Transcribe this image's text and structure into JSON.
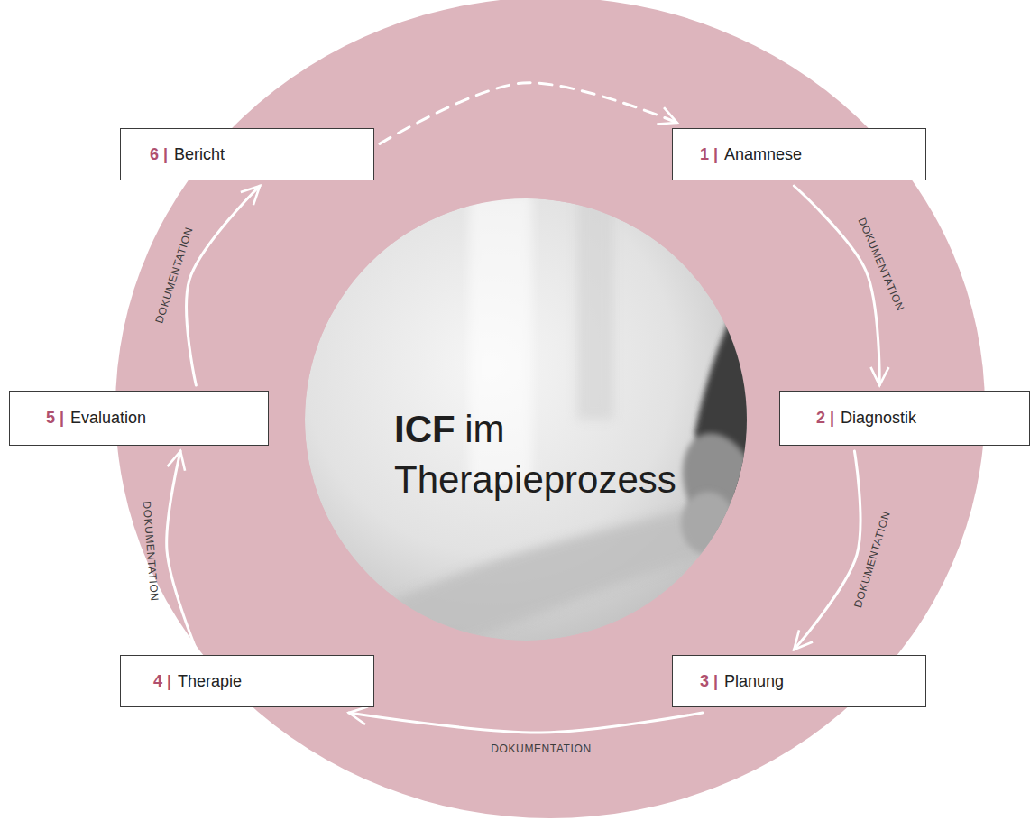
{
  "diagram": {
    "nodes": [
      {
        "text": [
          "1 |",
          "Anamnese"
        ]
      },
      {
        "text": [
          "2 |",
          "Diagnostik"
        ]
      },
      {
        "text": [
          "3 |",
          "Planung"
        ]
      },
      {
        "text": [
          "4 |",
          "Therapie"
        ]
      },
      {
        "text": [
          "5 |",
          "Evaluation"
        ]
      },
      {
        "text": [
          "6 |",
          "Bericht"
        ]
      }
    ],
    "edges": [
      {
        "from": 0,
        "to": 1,
        "label": "DOKUMENTATION",
        "arrow": "to"
      },
      {
        "from": 1,
        "to": 2,
        "label": "DOKUMENTATION",
        "arrow": "to"
      },
      {
        "from": 2,
        "to": 3,
        "label": "DOKUMENTATION",
        "arrow": "to"
      },
      {
        "from": 3,
        "to": 4,
        "label": "DOKUMENTATION",
        "arrow": "to"
      },
      {
        "from": 4,
        "to": 5,
        "label": "DOKUMENTATION",
        "arrow": "to"
      },
      {
        "from": 5,
        "to": 0,
        "arrow": "to"
      }
    ],
    "labels": [
      "ICF",
      "im Therapieprozess"
    ]
  }
}
